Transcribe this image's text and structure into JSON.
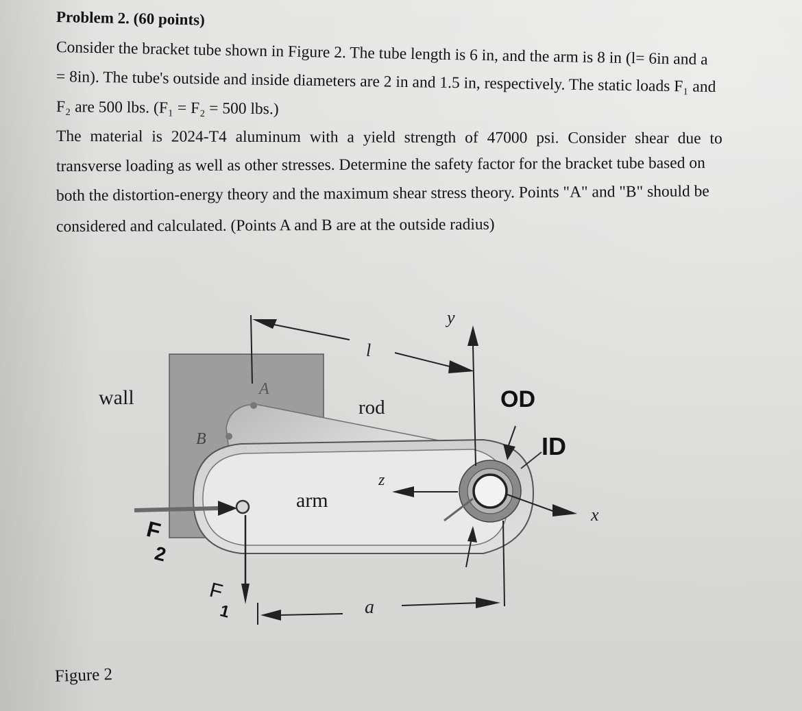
{
  "problem": {
    "title": "Problem 2. (60 points)",
    "lines": [
      "Consider the bracket tube shown in Figure 2. The tube length is 6 in, and the arm is 8 in (l= 6in and a",
      "= 8in). The tube's outside and inside diameters are 2 in and 1.5 in, respectively. The static loads F₁ and",
      "F₂ are 500 lbs. (F₁ = F₂ = 500 lbs.)",
      "The material is 2024-T4 aluminum with a yield strength of 47000 psi. Consider shear due to",
      "transverse loading as well as other stresses. Determine the safety factor for the bracket tube based on",
      "both the distortion-energy theory and the maximum shear stress theory. Points \"A\" and \"B\" should be",
      "considered and calculated. (Points A and B are at the outside radius)"
    ]
  },
  "figure": {
    "labels": {
      "wall": "wall",
      "rod": "rod",
      "arm": "arm",
      "point_a": "A",
      "point_b": "B",
      "od": "OD",
      "id": "ID",
      "l": "l",
      "a": "a",
      "x": "x",
      "y": "y",
      "z": "z",
      "f2_letter": "F",
      "f2_sub": "2",
      "f1_letter": "F",
      "f1_sub": "1"
    },
    "caption": "Figure 2"
  }
}
